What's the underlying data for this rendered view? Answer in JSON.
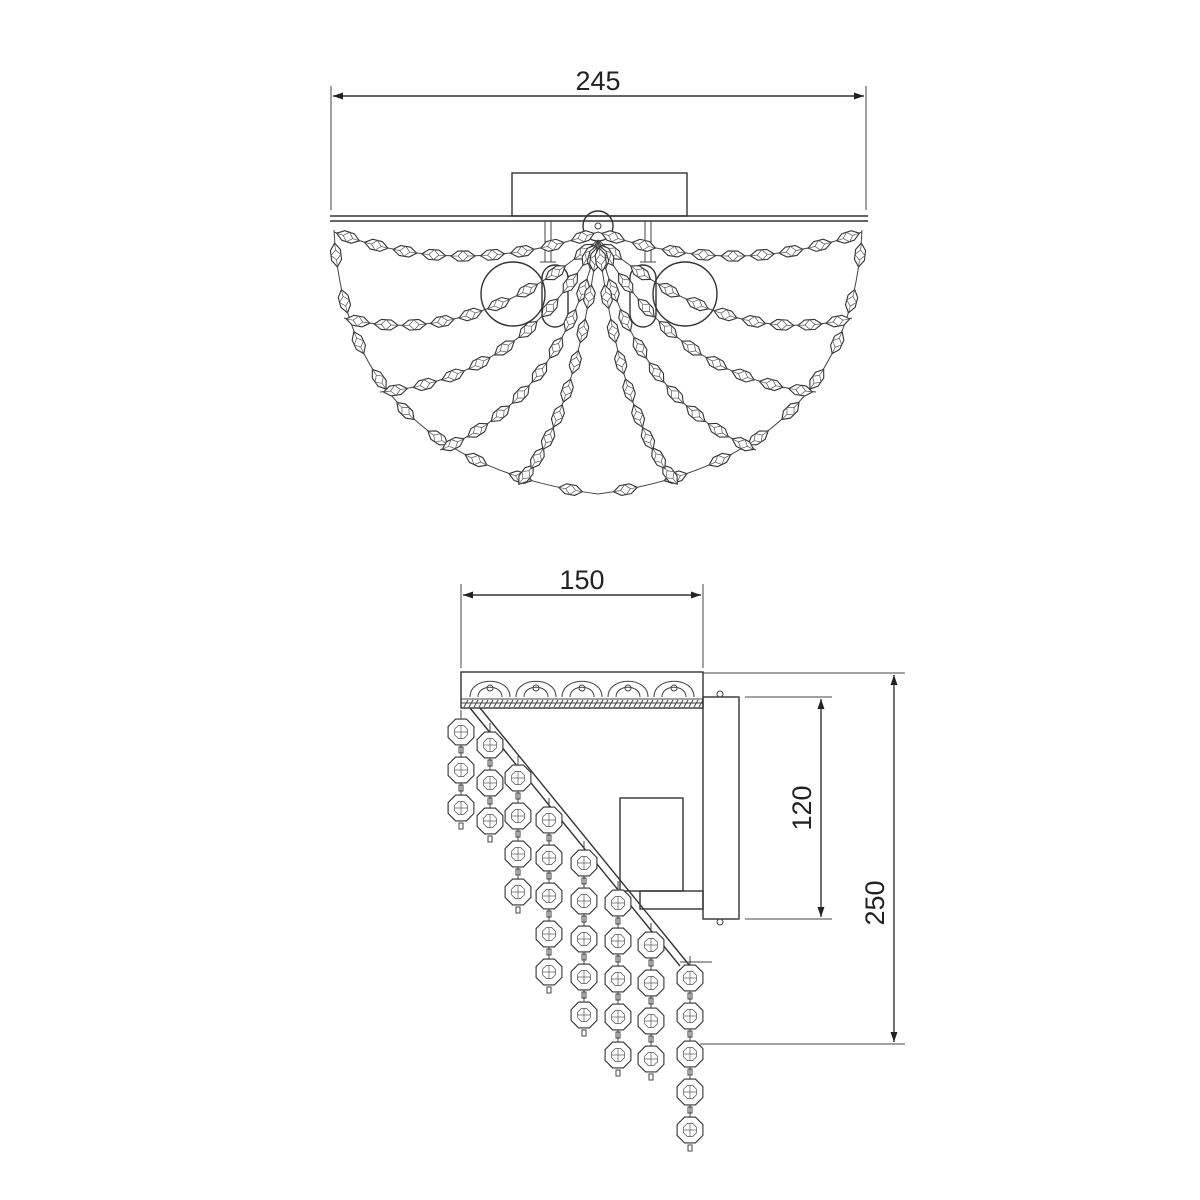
{
  "drawing": {
    "front_view": {
      "width_label": "245"
    },
    "side_view": {
      "depth_label": "150",
      "mount_height_label": "120",
      "total_height_label": "250"
    }
  }
}
